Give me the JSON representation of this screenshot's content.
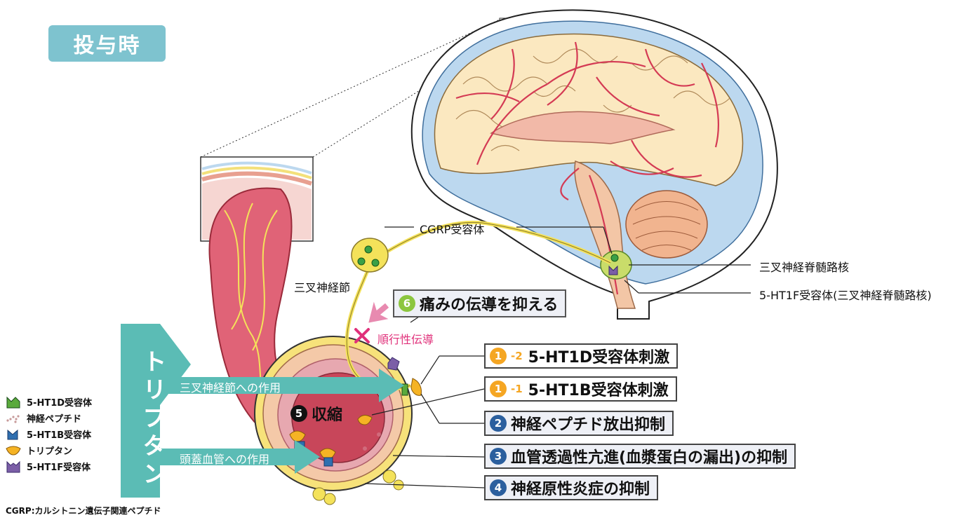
{
  "title": "投与時",
  "labels": {
    "cgrp_receptor": "CGRP受容体",
    "trigeminal_ganglion": "三叉神経節",
    "trigeminal_nucleus": "三叉神経脊髄路核",
    "ht1f_receptor": "5-HT1F受容体(三叉神経脊髄路核)",
    "orthodromic": "順行性伝導",
    "contraction_num": "5",
    "contraction": "収縮"
  },
  "triptan": {
    "label": "トリプタン",
    "arrow_ganglion": "三叉神経節への作用",
    "arrow_vessel": "頭蓋血管への作用"
  },
  "boxes": [
    {
      "num": "6",
      "sub": "",
      "text": "痛みの伝導を抑える",
      "color": "#8cc63f"
    },
    {
      "num": "1",
      "sub": "-2",
      "text": "5-HT1D受容体刺激",
      "color": "#f5a623"
    },
    {
      "num": "1",
      "sub": "-1",
      "text": "5-HT1B受容体刺激",
      "color": "#f5a623"
    },
    {
      "num": "2",
      "sub": "",
      "text": "神経ペプチド放出抑制",
      "color": "#2b5f9e"
    },
    {
      "num": "3",
      "sub": "",
      "text": "血管透過性亢進(血漿蛋白の漏出)の抑制",
      "color": "#2b5f9e"
    },
    {
      "num": "4",
      "sub": "",
      "text": "神経原性炎症の抑制",
      "color": "#2b5f9e"
    }
  ],
  "legend": [
    {
      "icon": "5ht1d-receptor-icon",
      "label": "5-HT1D受容体",
      "color": "#5aaa3c"
    },
    {
      "icon": "neuropeptide-icon",
      "label": "神経ペプチド",
      "color": "#c79a9a"
    },
    {
      "icon": "5ht1b-receptor-icon",
      "label": "5-HT1B受容体",
      "color": "#2f6fb0"
    },
    {
      "icon": "triptan-icon",
      "label": "トリプタン",
      "color": "#f5b324"
    },
    {
      "icon": "5ht1f-receptor-icon",
      "label": "5-HT1F受容体",
      "color": "#7b5ea7"
    }
  ],
  "footnote": "CGRP:カルシトニン遺伝子関連ペプチド",
  "colors": {
    "badge": "#7ec3cf",
    "triptan_arrow": "#5bbcb5",
    "nerve": "#f4e25a",
    "vessel": "#e06377",
    "brain": "#fbe8c0",
    "csf": "#bcd8ef",
    "x_mark": "#e0307a"
  }
}
